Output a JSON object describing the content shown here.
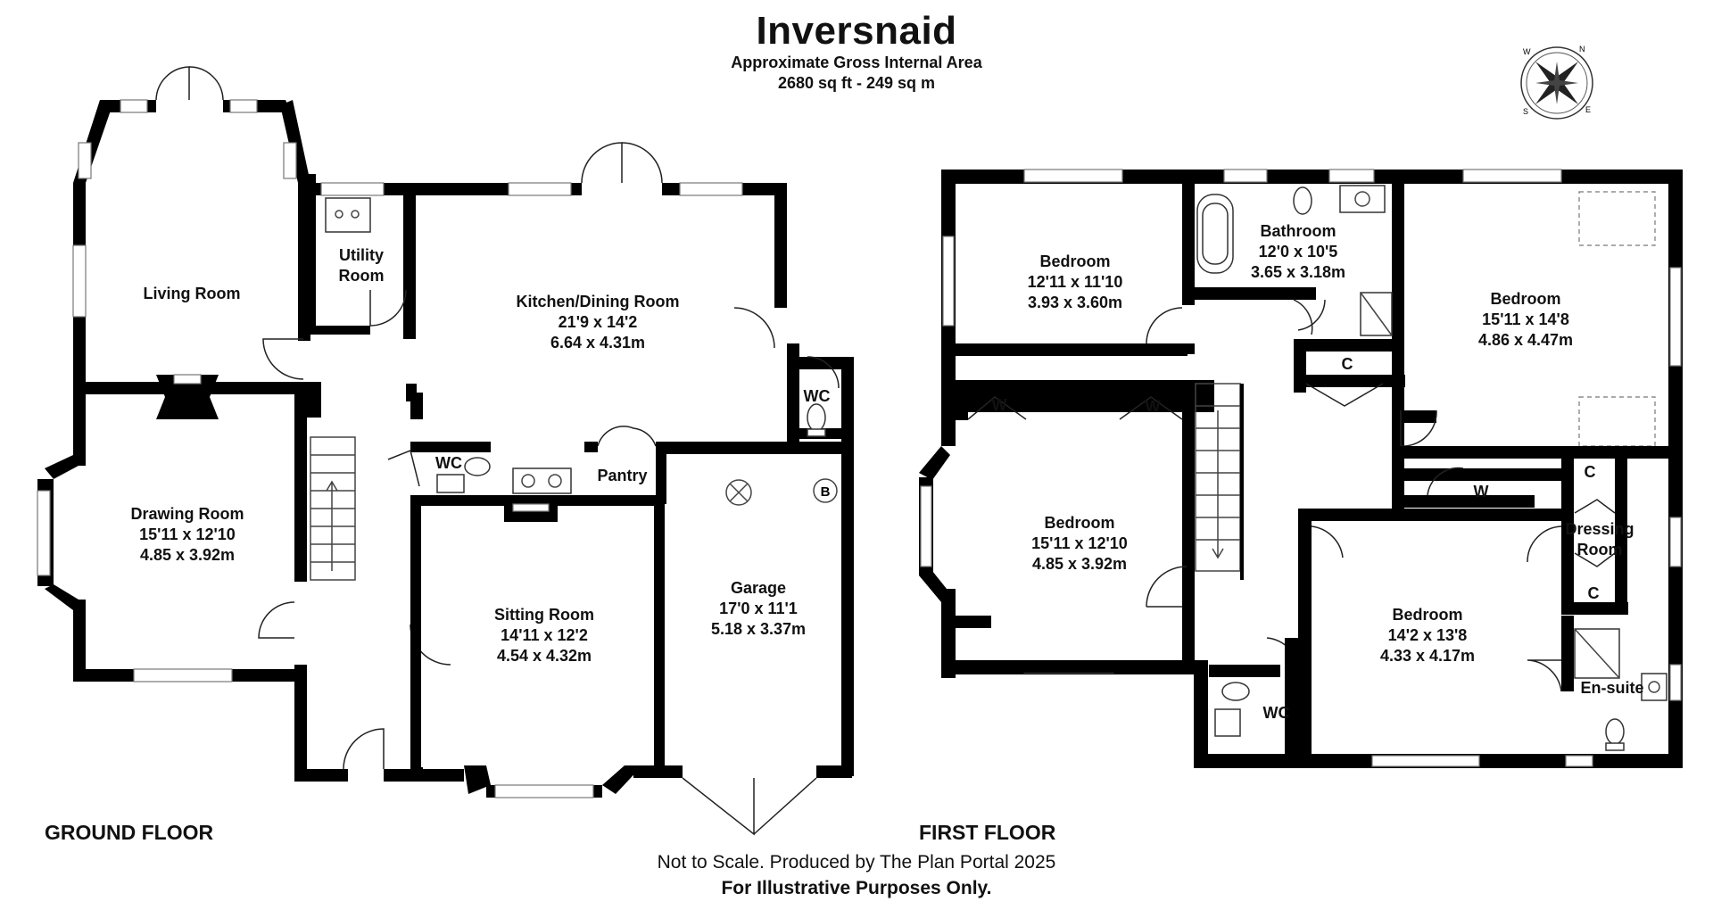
{
  "title": "Inversnaid",
  "subtitle_area": "Approximate Gross Internal Area",
  "subtitle_size": "2680 sq ft - 249 sq m",
  "compass": {
    "n": "N",
    "e": "E",
    "s": "S",
    "w": "W"
  },
  "ground_floor": {
    "label": "GROUND FLOOR",
    "rooms": {
      "living": {
        "name": "Living Room"
      },
      "utility": {
        "name": "Utility Room"
      },
      "kitchen": {
        "name": "Kitchen/Dining Room",
        "imperial": "21'9 x 14'2",
        "metric": "6.64 x 4.31m"
      },
      "drawing": {
        "name": "Drawing Room",
        "imperial": "15'11 x 12'10",
        "metric": "4.85 x 3.92m"
      },
      "wc1": {
        "name": "WC"
      },
      "wc2": {
        "name": "WC"
      },
      "pantry": {
        "name": "Pantry"
      },
      "sitting": {
        "name": "Sitting Room",
        "imperial": "14'11 x 12'2",
        "metric": "4.54 x 4.32m"
      },
      "garage": {
        "name": "Garage",
        "imperial": "17'0 x 11'1",
        "metric": "5.18 x 3.37m",
        "boiler": "B"
      }
    }
  },
  "first_floor": {
    "label": "FIRST FLOOR",
    "rooms": {
      "bed1": {
        "name": "Bedroom",
        "imperial": "12'11 x 11'10",
        "metric": "3.93 x 3.60m"
      },
      "bath": {
        "name": "Bathroom",
        "imperial": "12'0 x 10'5",
        "metric": "3.65 x 3.18m"
      },
      "bed2": {
        "name": "Bedroom",
        "imperial": "15'11 x 14'8",
        "metric": "4.86 x 4.47m"
      },
      "bed3": {
        "name": "Bedroom",
        "imperial": "15'11 x 12'10",
        "metric": "4.85 x 3.92m"
      },
      "bed4": {
        "name": "Bedroom",
        "imperial": "14'2 x 13'8",
        "metric": "4.33 x 4.17m"
      },
      "dressing": {
        "name": "Dressing Room"
      },
      "ensuite": {
        "name": "En-suite"
      },
      "wc": {
        "name": "WC"
      },
      "cupboards": {
        "c1": "C",
        "c2": "C",
        "c3": "C",
        "w1": "W",
        "w2": "W",
        "w3": "W"
      }
    }
  },
  "footer": {
    "line1": "Not to Scale. Produced by The Plan Portal 2025",
    "line2": "For Illustrative Purposes Only."
  }
}
